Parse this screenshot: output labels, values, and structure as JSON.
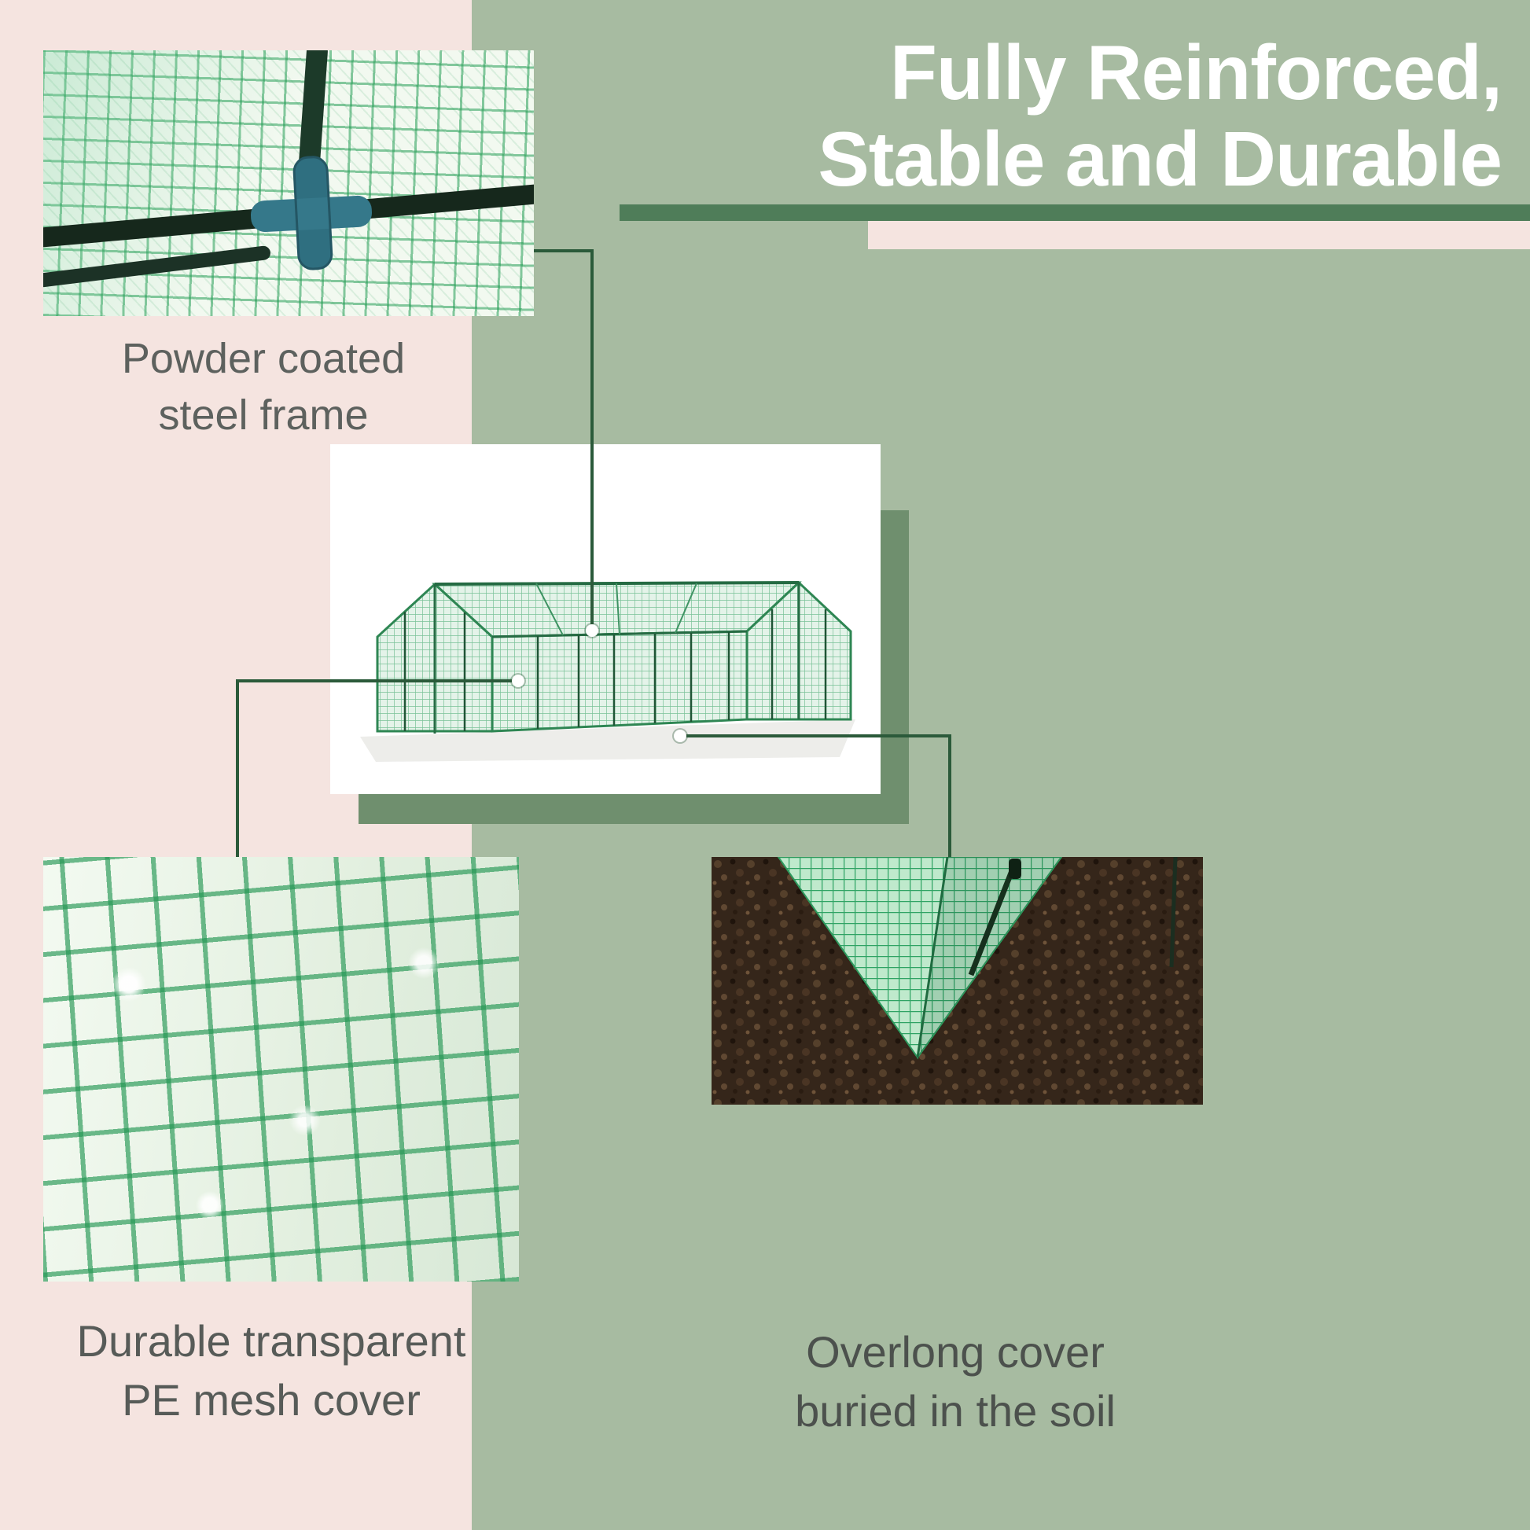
{
  "heading": {
    "line1": "Fully Reinforced,",
    "line2": "Stable and Durable"
  },
  "captions": {
    "frame": {
      "line1": "Powder coated",
      "line2": "steel frame"
    },
    "mesh": {
      "line1": "Durable transparent",
      "line2": "PE mesh cover"
    },
    "soil": {
      "line1": "Overlong cover",
      "line2": "buried in the soil"
    }
  },
  "colors": {
    "background_green": "#a7bba1",
    "panel_pink": "#f5e4e0",
    "stripe_green": "#4f7d59",
    "callout_dark_green": "#2b5a3a",
    "shadow_box_green": "#6f8f6e",
    "heading_white": "#ffffff",
    "caption_gray": "#575b58",
    "greenhouse_green": "#2e8653",
    "mesh_light_green": "#e4f3e9",
    "connector_teal": "#35788a",
    "soil_brown": "#35261a"
  }
}
